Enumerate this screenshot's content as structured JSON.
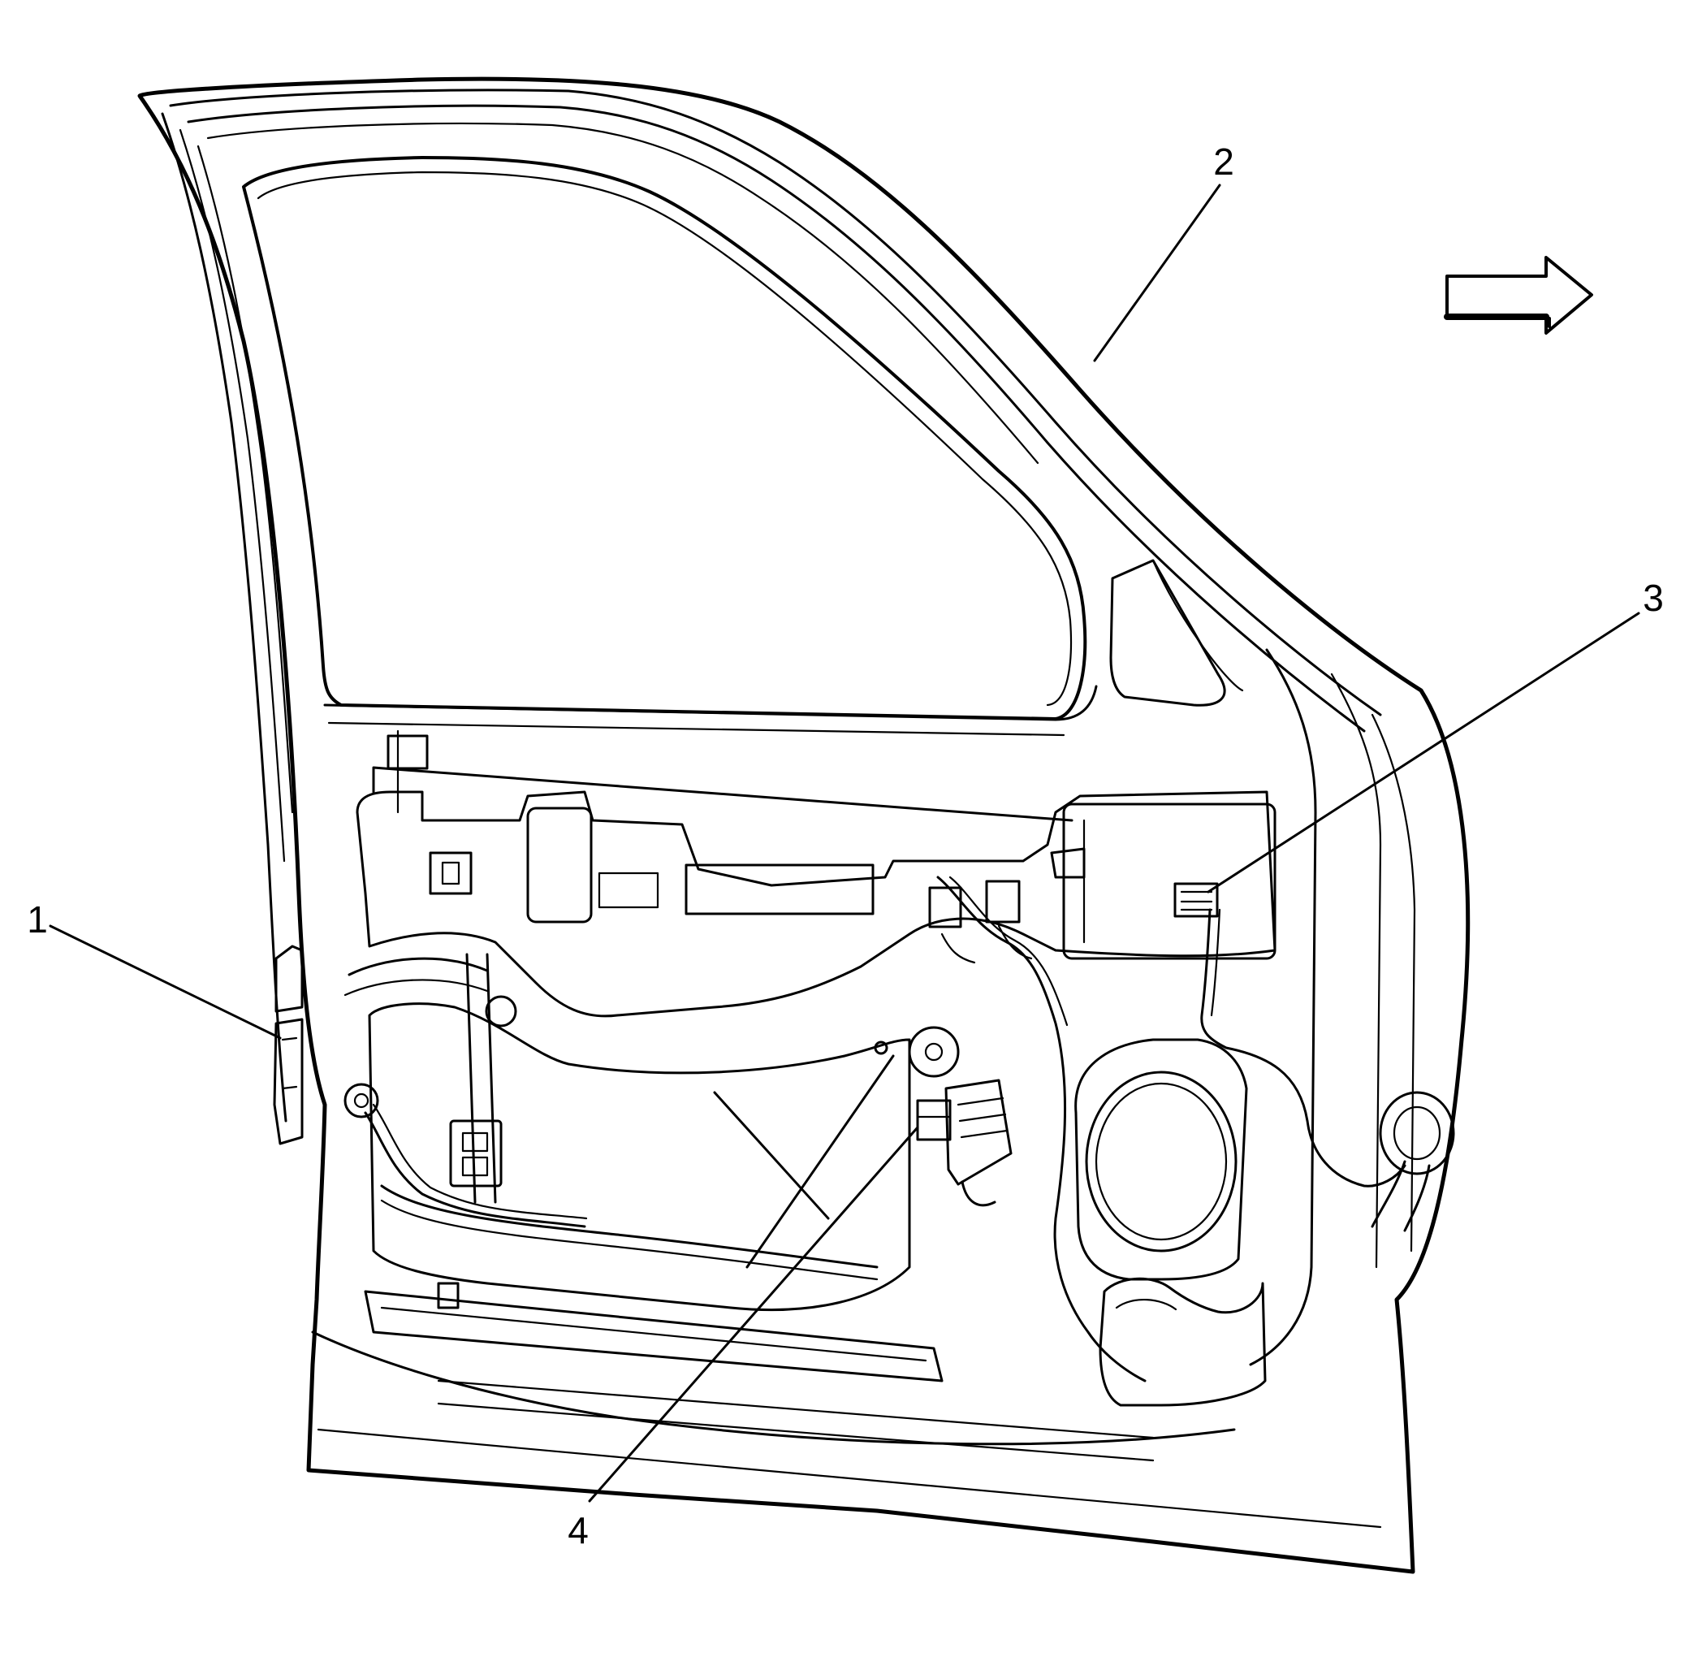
{
  "callouts": [
    {
      "number": "1"
    },
    {
      "number": "2"
    },
    {
      "number": "3"
    },
    {
      "number": "4"
    }
  ],
  "direction_arrow": {
    "icon": "right-arrow-icon"
  },
  "colors": {
    "line": "#000000",
    "background": "#ffffff"
  }
}
